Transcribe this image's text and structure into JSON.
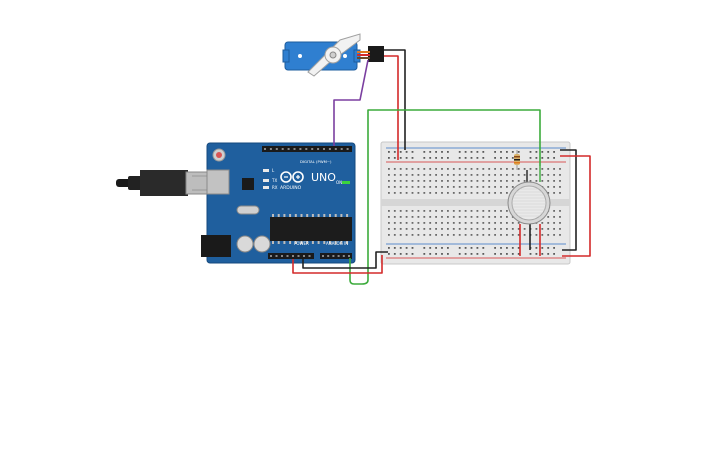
{
  "arduino": {
    "model": "UNO",
    "brand": "ARDUINO",
    "digital_header_label": "DIGITAL (PWM~)",
    "power_label": "POWER",
    "analog_label": "ANALOG IN",
    "tx_label": "TX",
    "rx_label": "RX",
    "l_label": "L",
    "on_label": "ON",
    "board_color": "#1f5f9e"
  },
  "components": {
    "servo": "servo-motor",
    "breadboard": "breadboard",
    "gas_sensor": "gas-sensor",
    "resistor": "resistor"
  },
  "wire_colors": {
    "signal": "#7b3fa0",
    "green": "#3cab3c",
    "red": "#d42a2a",
    "black": "#222222",
    "orange": "#e07a1f"
  }
}
